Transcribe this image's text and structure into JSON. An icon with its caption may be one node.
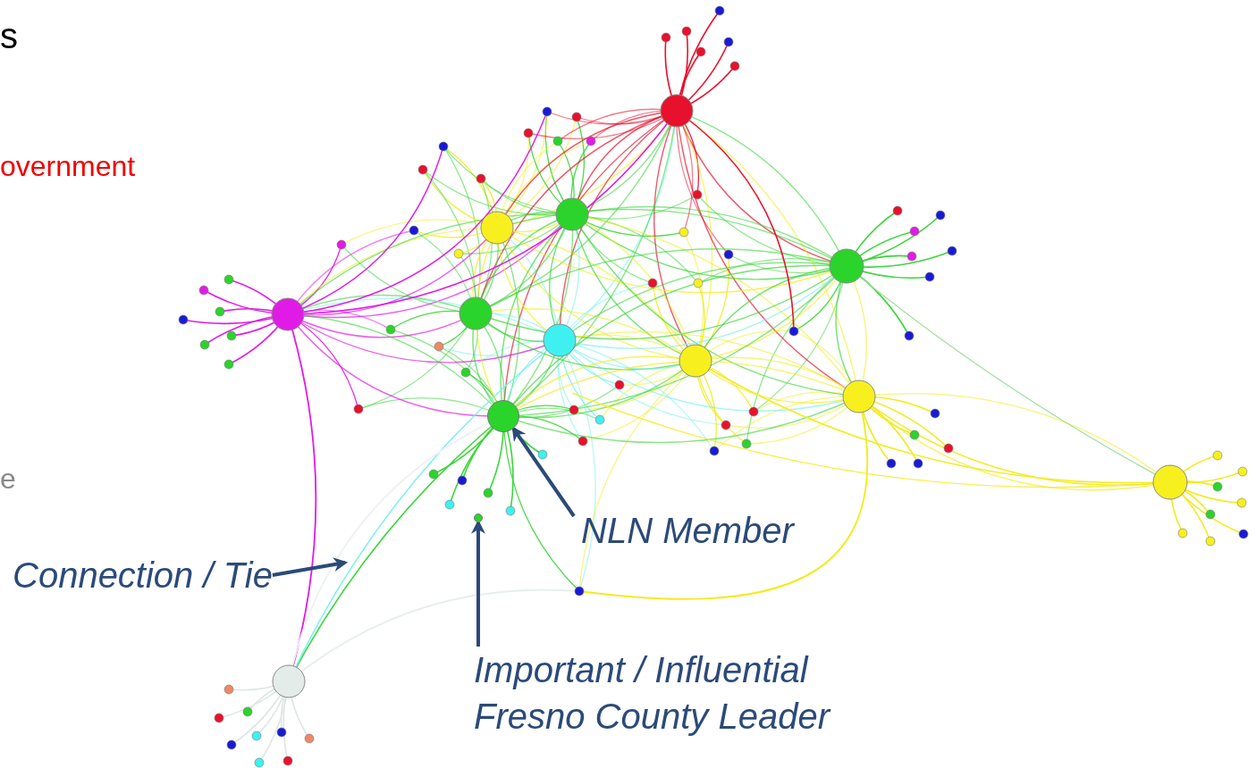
{
  "diagram": {
    "nodes": [
      {
        "text": [
          "NLN Member"
        ]
      },
      {
        "text": [],
        "shape": "circle"
      },
      {
        "text": [
          "Important / Influential Fresno County Leader"
        ]
      },
      {
        "text": [],
        "shape": "circle"
      },
      {
        "text": [
          "Connection / Tie"
        ]
      }
    ],
    "edges": [
      {
        "from": 0,
        "to": 1,
        "arrow": "to"
      },
      {
        "from": 2,
        "to": 3,
        "arrow": "to"
      },
      {
        "from": 4,
        "to": null,
        "arrow": "to"
      }
    ],
    "labels": [
      "s",
      "overnment",
      "e"
    ]
  }
}
